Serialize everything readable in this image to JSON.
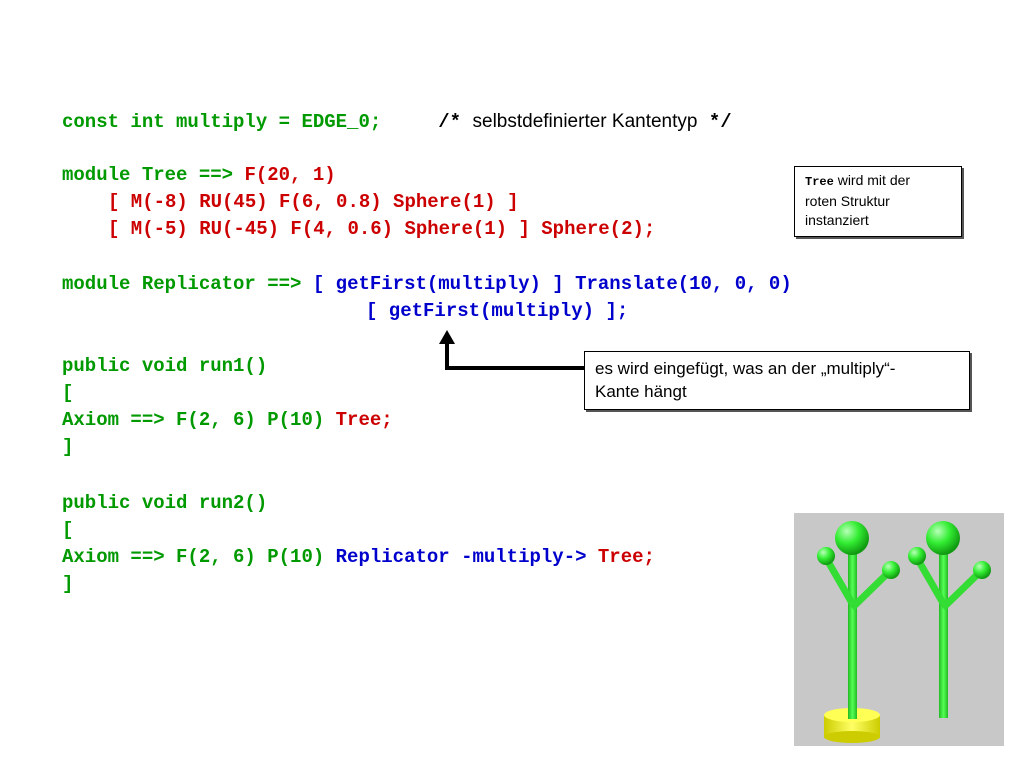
{
  "code": {
    "l1_a": "const int multiply = EDGE_0;",
    "l1_open": "/*",
    "l1_comment": "selbstdefinierter Kantentyp",
    "l1_close": "*/",
    "l2_a": "module Tree ==>",
    "l2_b": "F(20, 1)",
    "l3": "[ M(-8) RU(45) F(6, 0.8) Sphere(1) ]",
    "l4": "[ M(-5) RU(-45) F(4, 0.6) Sphere(1) ] Sphere(2);",
    "l5_a": "module Replicator ==>",
    "l5_b": "[ getFirst(multiply) ] Translate(10, 0, 0)",
    "l6": "[ getFirst(multiply) ];",
    "l7": "public void run1()",
    "l8": "[",
    "l9_a": "Axiom ==> F(2, 6) P(10)",
    "l9_b": "Tree;",
    "l10": "]",
    "l11": "public void run2()",
    "l12": "[",
    "l13_a": "Axiom ==> F(2, 6) P(10)",
    "l13_b": "Replicator -multiply->",
    "l13_c": "Tree;",
    "l14": "]"
  },
  "note1": {
    "mono": "Tree",
    "text1": "wird mit der",
    "text2": "roten Struktur",
    "text3": "instanziert"
  },
  "note2": {
    "line1": "es wird eingefügt, was an der „multiply“-",
    "line2": "Kante hängt"
  },
  "colors": {
    "green": "#009900",
    "red": "#cc0000",
    "blue": "#0000cc"
  }
}
